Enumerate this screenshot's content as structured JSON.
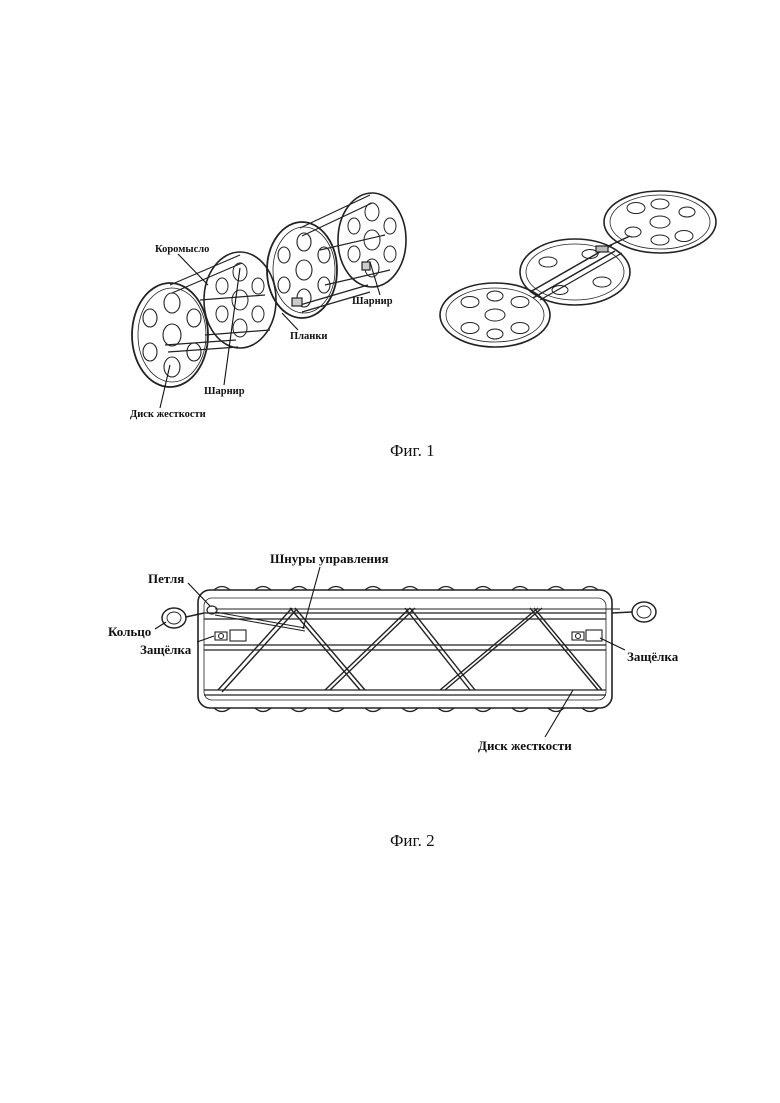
{
  "figure1": {
    "caption": "Фиг. 1",
    "labels": {
      "koromyslo": "Коромысло",
      "sharnir_left": "Шарнир",
      "planki": "Планки",
      "sharnir_right": "Шарнир",
      "disk": "Диск жесткости"
    }
  },
  "figure2": {
    "caption": "Фиг. 2",
    "labels": {
      "shnury": "Шнуры управления",
      "petlya": "Петля",
      "koltso": "Кольцо",
      "zashchelka_left": "Защёлка",
      "zashchelka_right": "Защёлка",
      "disk": "Диск жесткости"
    }
  },
  "colors": {
    "ink": "#111111",
    "paper": "#ffffff"
  }
}
